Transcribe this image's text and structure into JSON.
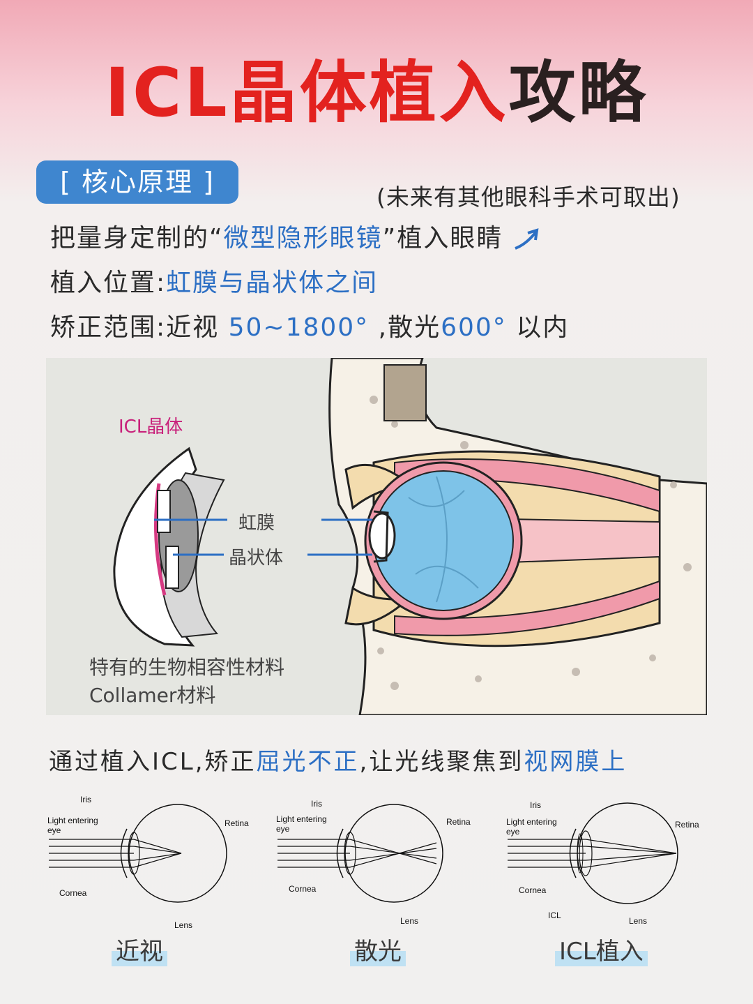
{
  "title": {
    "part1": "ICL晶体植入",
    "part2": "攻略"
  },
  "section_tag": "[ 核心原理 ]",
  "note": "(未来有其他眼科手术可取出)",
  "lines": {
    "l1_a": "把量身定制的“",
    "l1_b": "微型隐形眼镜",
    "l1_c": "”植入眼睛",
    "l2_a": "植入位置:",
    "l2_b": "虹膜与晶状体之间",
    "l3_a": "矫正范围:近视",
    "l3_b": "50~1800°",
    "l3_c": ",散光",
    "l3_d": "600°",
    "l3_e": "以内"
  },
  "illustration": {
    "icl_label": "ICL晶体",
    "iris_label": "虹膜",
    "lens_label": "晶状体",
    "material_1": "特有的生物相容性材料",
    "material_2": "Collamer材料"
  },
  "subtitle": {
    "a": "通过植入ICL,矫正",
    "b": "屈光不正",
    "c": ",让光线聚焦到",
    "d": "视网膜上"
  },
  "diagrams": [
    {
      "caption": "近视",
      "iris": "Iris",
      "light": "Light entering",
      "light2": "eye",
      "retina": "Retina",
      "cornea": "Cornea",
      "lens": "Lens"
    },
    {
      "caption": "散光",
      "iris": "Iris",
      "light": "Light entering",
      "light2": "eye",
      "retina": "Retina",
      "cornea": "Cornea",
      "lens": "Lens"
    },
    {
      "caption": "ICL植入",
      "iris": "Iris",
      "light": "Light entering",
      "light2": "eye",
      "retina": "Retina",
      "cornea": "Cornea",
      "lens": "Lens",
      "icl": "ICL"
    }
  ],
  "colors": {
    "accent_red": "#e3221f",
    "accent_blue": "#2c6fc4",
    "tag_blue": "#3f86cf",
    "highlight": "#bfe1f3",
    "eyeball": "#7ec3e8",
    "muscle": "#f09aaa",
    "fat": "#f3dcae"
  }
}
